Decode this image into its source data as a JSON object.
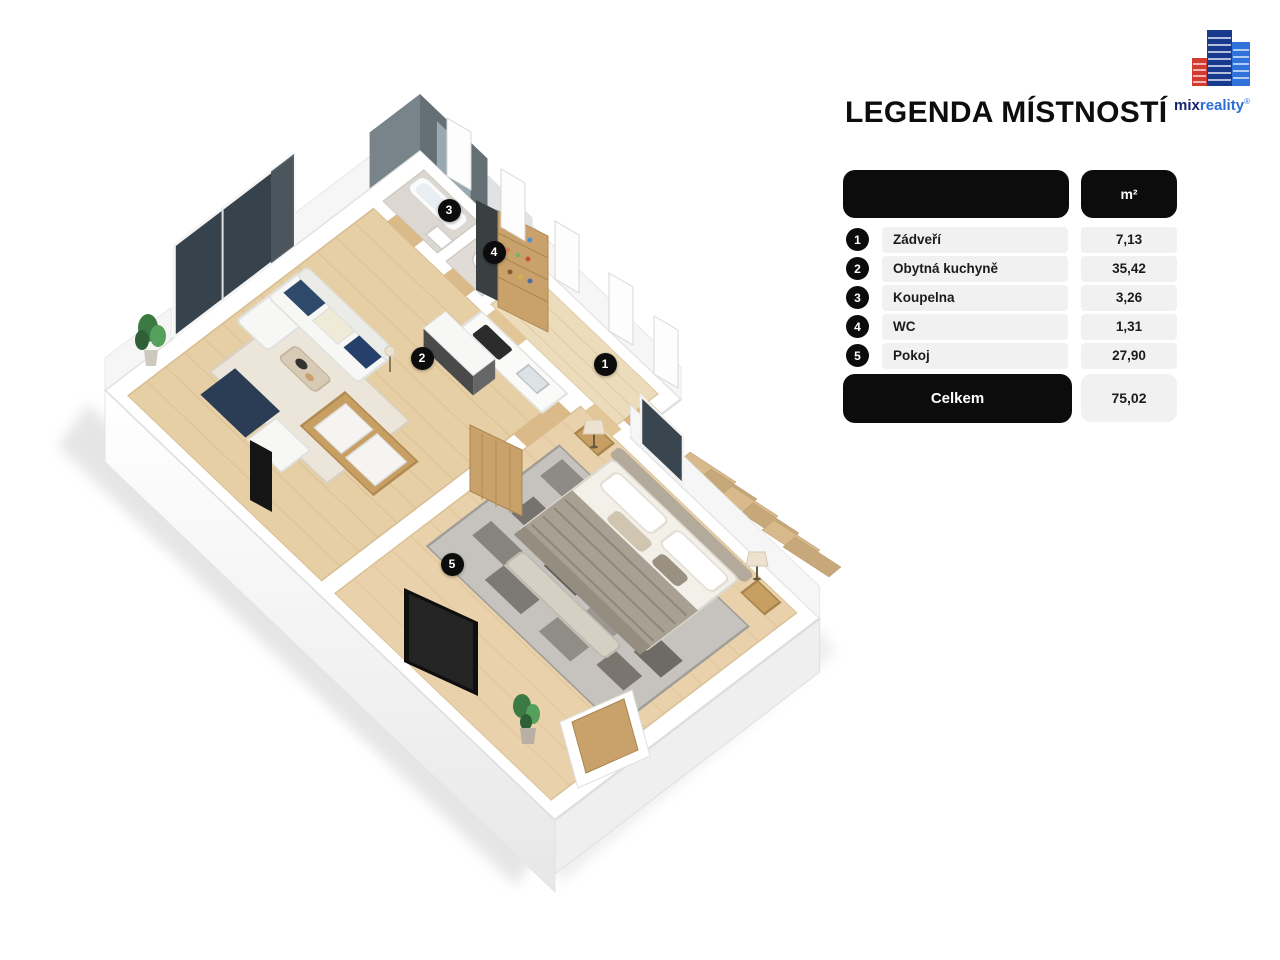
{
  "legend": {
    "title": "LEGENDA MÍSTNOSTÍ",
    "unit_header": "m²",
    "rows": [
      {
        "number": "1",
        "name": "Zádveří",
        "area": "7,13"
      },
      {
        "number": "2",
        "name": "Obytná kuchyně",
        "area": "35,42"
      },
      {
        "number": "3",
        "name": "Koupelna",
        "area": "3,26"
      },
      {
        "number": "4",
        "name": "WC",
        "area": "1,31"
      },
      {
        "number": "5",
        "name": "Pokoj",
        "area": "27,90"
      }
    ],
    "total_label": "Celkem",
    "total_value": "75,02"
  },
  "logo": {
    "mix": "mix",
    "reality": "reality",
    "registered": "®"
  }
}
